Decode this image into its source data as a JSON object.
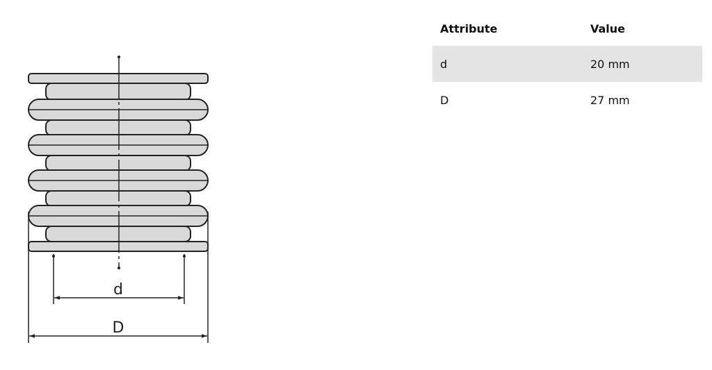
{
  "diagram": {
    "labels": {
      "inner": "d",
      "outer": "D"
    }
  },
  "table": {
    "headers": {
      "attribute": "Attribute",
      "value": "Value"
    },
    "rows": [
      {
        "attribute": "d",
        "value": "20 mm"
      },
      {
        "attribute": "D",
        "value": "27 mm"
      }
    ]
  }
}
